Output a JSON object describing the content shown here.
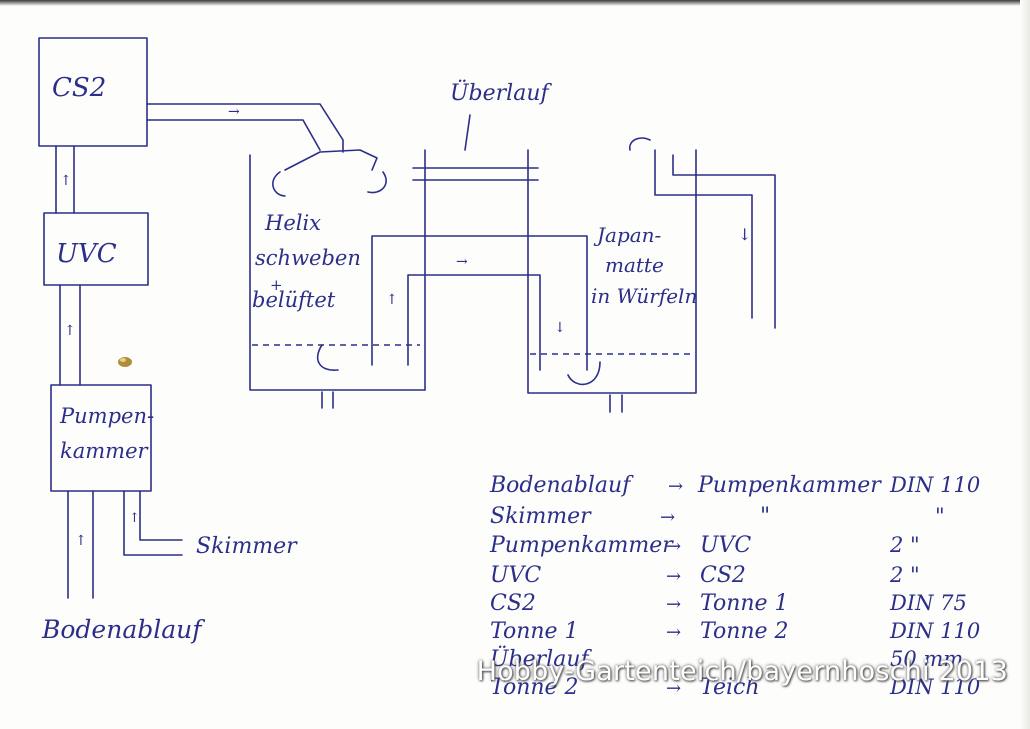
{
  "boxes": {
    "cs2": "CS2",
    "uvc": "UVC",
    "pump_line1": "Pumpen-",
    "pump_line2": "kammer"
  },
  "labels": {
    "ueberlauf": "Überlauf",
    "helix_1": "Helix",
    "helix_2": "schweben",
    "helix_3": "+",
    "helix_4": "belüftet",
    "japan_1": "Japan-",
    "japan_2": "matte",
    "japan_3": "in Würfeln",
    "skimmer": "Skimmer",
    "bodenablauf": "Bodenablauf"
  },
  "connections": [
    {
      "from": "Bodenablauf",
      "to": "Pumpenkammer",
      "size": "DIN 110"
    },
    {
      "from": "Skimmer",
      "to": "\"",
      "size": "\""
    },
    {
      "from": "Pumpenkammer",
      "to": "UVC",
      "size": "2 \""
    },
    {
      "from": "UVC",
      "to": "CS2",
      "size": "2 \""
    },
    {
      "from": "CS2",
      "to": "Tonne 1",
      "size": "DIN 75"
    },
    {
      "from": "Tonne 1",
      "to": "Tonne 2",
      "size": "DIN 110"
    },
    {
      "from": "Überlauf",
      "to": "",
      "size": "50 mm"
    },
    {
      "from": "Tonne 2",
      "to": "Teich",
      "size": "DIN 110"
    }
  ],
  "arrow": "→",
  "watermark": "Hobby-Gartenteich/bayernhoschi 2013",
  "colors": {
    "ink": "#2c2f8a",
    "paper": "#fdfdfb"
  }
}
